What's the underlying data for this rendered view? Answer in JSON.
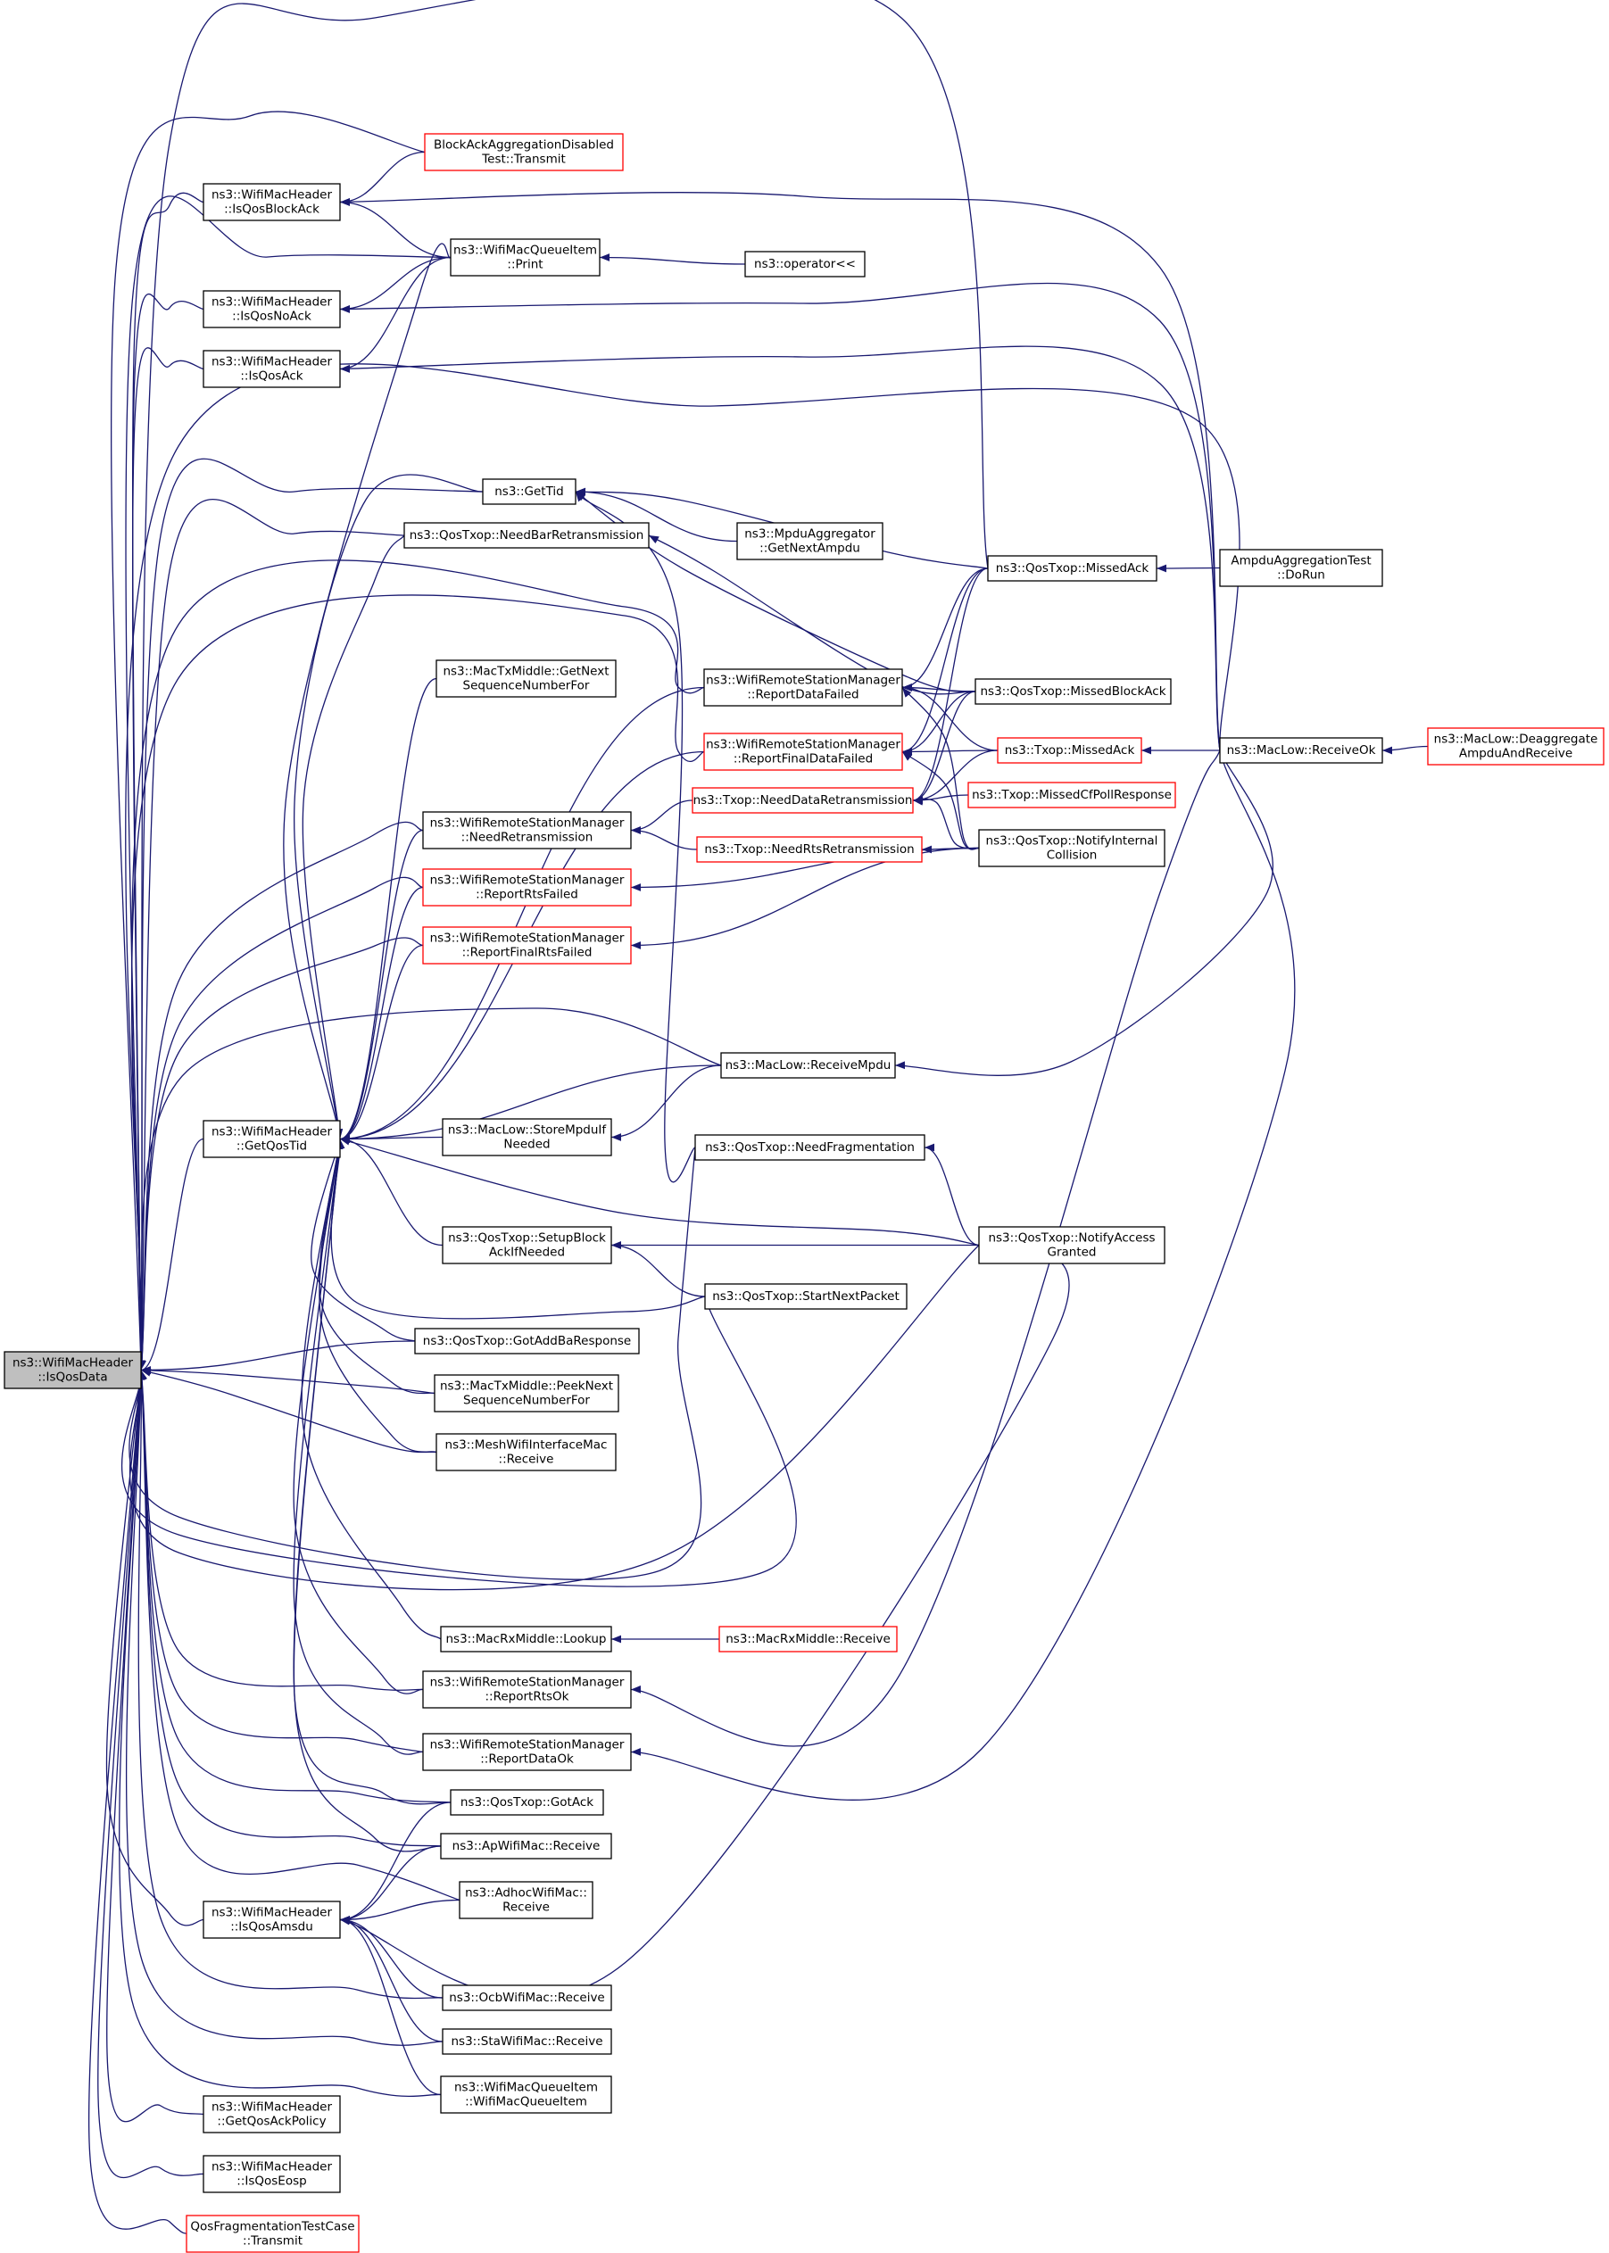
{
  "nodes": [
    {
      "id": "IsQosData",
      "lines": [
        "ns3::WifiMacHeader",
        "::IsQosData"
      ],
      "root": true
    },
    {
      "id": "BlockAckDis",
      "lines": [
        "BlockAckAggregationDisabled",
        "Test::Transmit"
      ],
      "red": true
    },
    {
      "id": "IsQosBlockAck",
      "lines": [
        "ns3::WifiMacHeader",
        "::IsQosBlockAck"
      ]
    },
    {
      "id": "WMQIPrint",
      "lines": [
        "ns3::WifiMacQueueItem",
        "::Print"
      ]
    },
    {
      "id": "opLess",
      "lines": [
        "ns3::operator<<"
      ]
    },
    {
      "id": "IsQosNoAck",
      "lines": [
        "ns3::WifiMacHeader",
        "::IsQosNoAck"
      ]
    },
    {
      "id": "IsQosAck",
      "lines": [
        "ns3::WifiMacHeader",
        "::IsQosAck"
      ]
    },
    {
      "id": "GetTid",
      "lines": [
        "ns3::GetTid"
      ]
    },
    {
      "id": "MpduAgg",
      "lines": [
        "ns3::MpduAggregator",
        "::GetNextAmpdu"
      ]
    },
    {
      "id": "NeedBarRetx",
      "lines": [
        "ns3::QosTxop::NeedBarRetransmission"
      ]
    },
    {
      "id": "QosMissedAck",
      "lines": [
        "ns3::QosTxop::MissedAck"
      ]
    },
    {
      "id": "AmpduTest",
      "lines": [
        "AmpduAggregationTest",
        "::DoRun"
      ]
    },
    {
      "id": "MacTxGetNext",
      "lines": [
        "ns3::MacTxMiddle::GetNext",
        "SequenceNumberFor"
      ]
    },
    {
      "id": "ReportDataFailed",
      "lines": [
        "ns3::WifiRemoteStationManager",
        "::ReportDataFailed"
      ]
    },
    {
      "id": "QosMissedBlockAck",
      "lines": [
        "ns3::QosTxop::MissedBlockAck"
      ]
    },
    {
      "id": "ReportFinalDataFailed",
      "lines": [
        "ns3::WifiRemoteStationManager",
        "::ReportFinalDataFailed"
      ],
      "red": true
    },
    {
      "id": "TxopMissedAck",
      "lines": [
        "ns3::Txop::MissedAck"
      ],
      "red": true
    },
    {
      "id": "MacLowReceiveOk",
      "lines": [
        "ns3::MacLow::ReceiveOk"
      ]
    },
    {
      "id": "Deaggregate",
      "lines": [
        "ns3::MacLow::Deaggregate",
        "AmpduAndReceive"
      ],
      "red": true
    },
    {
      "id": "TxopNeedDataRetx",
      "lines": [
        "ns3::Txop::NeedDataRetransmission"
      ],
      "red": true
    },
    {
      "id": "MissedCfPoll",
      "lines": [
        "ns3::Txop::MissedCfPollResponse"
      ],
      "red": true
    },
    {
      "id": "NeedRetx",
      "lines": [
        "ns3::WifiRemoteStationManager",
        "::NeedRetransmission"
      ]
    },
    {
      "id": "TxopNeedRts",
      "lines": [
        "ns3::Txop::NeedRtsRetransmission"
      ],
      "red": true
    },
    {
      "id": "NotifyInternal",
      "lines": [
        "ns3::QosTxop::NotifyInternal",
        "Collision"
      ]
    },
    {
      "id": "ReportRtsFailed",
      "lines": [
        "ns3::WifiRemoteStationManager",
        "::ReportRtsFailed"
      ],
      "red": true
    },
    {
      "id": "ReportFinalRtsFailed",
      "lines": [
        "ns3::WifiRemoteStationManager",
        "::ReportFinalRtsFailed"
      ],
      "red": true
    },
    {
      "id": "ReceiveMpdu",
      "lines": [
        "ns3::MacLow::ReceiveMpdu"
      ]
    },
    {
      "id": "GetQosTid",
      "lines": [
        "ns3::WifiMacHeader",
        "::GetQosTid"
      ]
    },
    {
      "id": "StoreMpdu",
      "lines": [
        "ns3::MacLow::StoreMpduIf",
        "Needed"
      ]
    },
    {
      "id": "NeedFrag",
      "lines": [
        "ns3::QosTxop::NeedFragmentation"
      ]
    },
    {
      "id": "SetupBlockAck",
      "lines": [
        "ns3::QosTxop::SetupBlock",
        "AckIfNeeded"
      ]
    },
    {
      "id": "NotifyAccess",
      "lines": [
        "ns3::QosTxop::NotifyAccess",
        "Granted"
      ]
    },
    {
      "id": "StartNext",
      "lines": [
        "ns3::QosTxop::StartNextPacket"
      ]
    },
    {
      "id": "GotAddBa",
      "lines": [
        "ns3::QosTxop::GotAddBaResponse"
      ]
    },
    {
      "id": "PeekNext",
      "lines": [
        "ns3::MacTxMiddle::PeekNext",
        "SequenceNumberFor"
      ]
    },
    {
      "id": "MeshReceive",
      "lines": [
        "ns3::MeshWifiInterfaceMac",
        "::Receive"
      ]
    },
    {
      "id": "Lookup",
      "lines": [
        "ns3::MacRxMiddle::Lookup"
      ]
    },
    {
      "id": "RxMiddleReceive",
      "lines": [
        "ns3::MacRxMiddle::Receive"
      ],
      "red": true
    },
    {
      "id": "ReportRtsOk",
      "lines": [
        "ns3::WifiRemoteStationManager",
        "::ReportRtsOk"
      ]
    },
    {
      "id": "ReportDataOk",
      "lines": [
        "ns3::WifiRemoteStationManager",
        "::ReportDataOk"
      ]
    },
    {
      "id": "GotAck",
      "lines": [
        "ns3::QosTxop::GotAck"
      ]
    },
    {
      "id": "ApReceive",
      "lines": [
        "ns3::ApWifiMac::Receive"
      ]
    },
    {
      "id": "AdhocReceive",
      "lines": [
        "ns3::AdhocWifiMac::",
        "Receive"
      ]
    },
    {
      "id": "IsQosAmsdu",
      "lines": [
        "ns3::WifiMacHeader",
        "::IsQosAmsdu"
      ]
    },
    {
      "id": "OcbReceive",
      "lines": [
        "ns3::OcbWifiMac::Receive"
      ]
    },
    {
      "id": "StaReceive",
      "lines": [
        "ns3::StaWifiMac::Receive"
      ]
    },
    {
      "id": "WMQICtor",
      "lines": [
        "ns3::WifiMacQueueItem",
        "::WifiMacQueueItem"
      ]
    },
    {
      "id": "GetQosAckPolicy",
      "lines": [
        "ns3::WifiMacHeader",
        "::GetQosAckPolicy"
      ]
    },
    {
      "id": "IsQosEosp",
      "lines": [
        "ns3::WifiMacHeader",
        "::IsQosEosp"
      ]
    },
    {
      "id": "QosFragTest",
      "lines": [
        "QosFragmentationTestCase",
        "::Transmit"
      ],
      "red": true
    }
  ],
  "edges": [
    [
      "IsQosData",
      "IsQosBlockAck"
    ],
    [
      "IsQosData",
      "IsQosNoAck"
    ],
    [
      "IsQosData",
      "IsQosAck"
    ],
    [
      "IsQosData",
      "GetQosTid"
    ],
    [
      "IsQosData",
      "IsQosAmsdu"
    ],
    [
      "IsQosData",
      "GetQosAckPolicy"
    ],
    [
      "IsQosData",
      "IsQosEosp"
    ],
    [
      "IsQosData",
      "QosFragTest"
    ],
    [
      "IsQosData",
      "BlockAckDis"
    ],
    [
      "IsQosData",
      "WMQIPrint"
    ],
    [
      "IsQosData",
      "GetTid"
    ],
    [
      "IsQosData",
      "NeedBarRetx"
    ],
    [
      "IsQosData",
      "QosMissedAck"
    ],
    [
      "IsQosData",
      "MacLowReceiveOk"
    ],
    [
      "IsQosData",
      "ReportDataFailed"
    ],
    [
      "IsQosData",
      "ReportFinalDataFailed"
    ],
    [
      "IsQosData",
      "NeedRetx"
    ],
    [
      "IsQosData",
      "ReportRtsFailed"
    ],
    [
      "IsQosData",
      "ReportFinalRtsFailed"
    ],
    [
      "IsQosData",
      "ReceiveMpdu"
    ],
    [
      "IsQosData",
      "GotAddBa"
    ],
    [
      "IsQosData",
      "PeekNext"
    ],
    [
      "IsQosData",
      "MeshReceive"
    ],
    [
      "IsQosData",
      "NeedFrag"
    ],
    [
      "IsQosData",
      "StartNext"
    ],
    [
      "IsQosData",
      "NotifyAccess"
    ],
    [
      "IsQosData",
      "ReportRtsOk"
    ],
    [
      "IsQosData",
      "ReportDataOk"
    ],
    [
      "IsQosData",
      "GotAck"
    ],
    [
      "IsQosData",
      "ApReceive"
    ],
    [
      "IsQosData",
      "AdhocReceive"
    ],
    [
      "IsQosData",
      "OcbReceive"
    ],
    [
      "IsQosData",
      "StaReceive"
    ],
    [
      "IsQosData",
      "WMQICtor"
    ],
    [
      "IsQosBlockAck",
      "BlockAckDis"
    ],
    [
      "IsQosBlockAck",
      "WMQIPrint"
    ],
    [
      "IsQosBlockAck",
      "MacLowReceiveOk"
    ],
    [
      "IsQosNoAck",
      "WMQIPrint"
    ],
    [
      "IsQosNoAck",
      "MacLowReceiveOk"
    ],
    [
      "IsQosAck",
      "WMQIPrint"
    ],
    [
      "IsQosAck",
      "MacLowReceiveOk"
    ],
    [
      "WMQIPrint",
      "opLess"
    ],
    [
      "GetTid",
      "MpduAgg"
    ],
    [
      "GetTid",
      "QosMissedAck"
    ],
    [
      "GetTid",
      "QosMissedBlockAck"
    ],
    [
      "GetTid",
      "NeedFrag"
    ],
    [
      "NeedBarRetx",
      "QosMissedBlockAck"
    ],
    [
      "QosMissedAck",
      "AmpduTest"
    ],
    [
      "ReportDataFailed",
      "QosMissedAck"
    ],
    [
      "ReportDataFailed",
      "QosMissedBlockAck"
    ],
    [
      "ReportDataFailed",
      "TxopMissedAck"
    ],
    [
      "ReportDataFailed",
      "NotifyInternal"
    ],
    [
      "ReportFinalDataFailed",
      "QosMissedAck"
    ],
    [
      "ReportFinalDataFailed",
      "QosMissedBlockAck"
    ],
    [
      "ReportFinalDataFailed",
      "TxopMissedAck"
    ],
    [
      "ReportFinalDataFailed",
      "NotifyInternal"
    ],
    [
      "TxopMissedAck",
      "MacLowReceiveOk"
    ],
    [
      "MacLowReceiveOk",
      "Deaggregate"
    ],
    [
      "TxopNeedDataRetx",
      "QosMissedAck"
    ],
    [
      "TxopNeedDataRetx",
      "QosMissedBlockAck"
    ],
    [
      "TxopNeedDataRetx",
      "TxopMissedAck"
    ],
    [
      "TxopNeedDataRetx",
      "MissedCfPoll"
    ],
    [
      "TxopNeedDataRetx",
      "NotifyInternal"
    ],
    [
      "NeedRetx",
      "TxopNeedDataRetx"
    ],
    [
      "NeedRetx",
      "TxopNeedRts"
    ],
    [
      "TxopNeedRts",
      "NotifyInternal"
    ],
    [
      "ReportRtsFailed",
      "NotifyInternal"
    ],
    [
      "ReportFinalRtsFailed",
      "NotifyInternal"
    ],
    [
      "ReceiveMpdu",
      "MacLowReceiveOk"
    ],
    [
      "GetQosTid",
      "WMQIPrint"
    ],
    [
      "GetQosTid",
      "GetTid"
    ],
    [
      "GetQosTid",
      "NeedBarRetx"
    ],
    [
      "GetQosTid",
      "MacTxGetNext"
    ],
    [
      "GetQosTid",
      "ReportDataFailed"
    ],
    [
      "GetQosTid",
      "ReportFinalDataFailed"
    ],
    [
      "GetQosTid",
      "NeedRetx"
    ],
    [
      "GetQosTid",
      "ReportRtsFailed"
    ],
    [
      "GetQosTid",
      "ReportFinalRtsFailed"
    ],
    [
      "GetQosTid",
      "ReceiveMpdu"
    ],
    [
      "GetQosTid",
      "StoreMpdu"
    ],
    [
      "GetQosTid",
      "NotifyAccess"
    ],
    [
      "GetQosTid",
      "SetupBlockAck"
    ],
    [
      "GetQosTid",
      "StartNext"
    ],
    [
      "GetQosTid",
      "GotAddBa"
    ],
    [
      "GetQosTid",
      "PeekNext"
    ],
    [
      "GetQosTid",
      "MeshReceive"
    ],
    [
      "GetQosTid",
      "Lookup"
    ],
    [
      "GetQosTid",
      "ReportRtsOk"
    ],
    [
      "GetQosTid",
      "ReportDataOk"
    ],
    [
      "GetQosTid",
      "GotAck"
    ],
    [
      "GetQosTid",
      "ApReceive"
    ],
    [
      "StoreMpdu",
      "ReceiveMpdu"
    ],
    [
      "NeedFrag",
      "NotifyAccess"
    ],
    [
      "SetupBlockAck",
      "NotifyAccess"
    ],
    [
      "SetupBlockAck",
      "StartNext"
    ],
    [
      "Lookup",
      "RxMiddleReceive"
    ],
    [
      "ReportRtsOk",
      "MacLowReceiveOk"
    ],
    [
      "ReportDataOk",
      "MacLowReceiveOk"
    ],
    [
      "IsQosAmsdu",
      "GotAck"
    ],
    [
      "IsQosAmsdu",
      "ApReceive"
    ],
    [
      "IsQosAmsdu",
      "AdhocReceive"
    ],
    [
      "IsQosAmsdu",
      "NotifyAccess"
    ],
    [
      "IsQosAmsdu",
      "OcbReceive"
    ],
    [
      "IsQosAmsdu",
      "StaReceive"
    ],
    [
      "IsQosAmsdu",
      "WMQICtor"
    ]
  ]
}
